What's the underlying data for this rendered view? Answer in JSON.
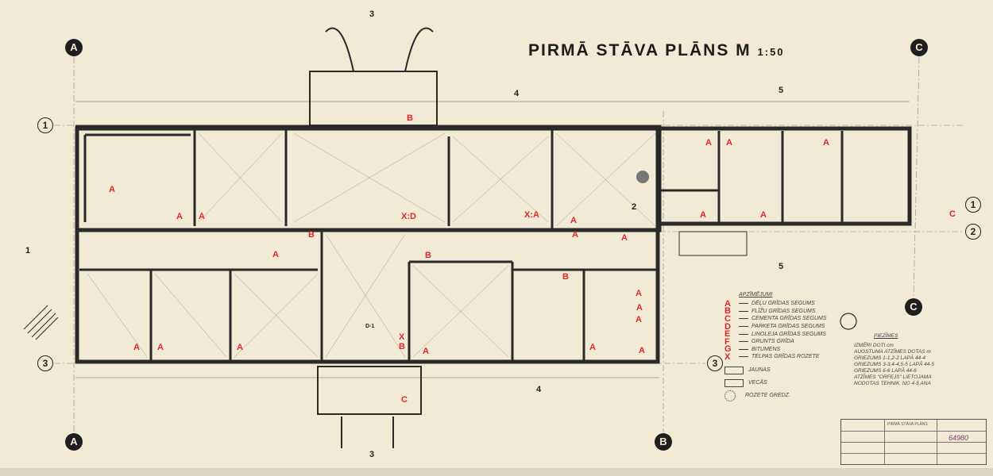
{
  "drawing": {
    "title": "PIRMĀ STĀVA PLĀNS M",
    "scale": "1:50",
    "grid_axes": {
      "letters": [
        "A",
        "B",
        "C"
      ],
      "numbers": [
        "1",
        "2",
        "3"
      ]
    },
    "section_marks": [
      "3",
      "4",
      "5",
      "1",
      "2"
    ],
    "room_labels": [
      "A",
      "A",
      "A",
      "B",
      "X:D",
      "X:A",
      "A",
      "A",
      "A",
      "A",
      "A",
      "A",
      "A",
      "A",
      "C",
      "B",
      "B",
      "A",
      "A",
      "A",
      "B",
      "A",
      "A",
      "A",
      "A",
      "A",
      "A",
      "X",
      "B",
      "A",
      "C",
      "D-1"
    ],
    "legend": {
      "heading": "APZĪMĒJUMI",
      "items": [
        {
          "key": "A",
          "text": "DĒĻU GRĪDAS SEGUMS"
        },
        {
          "key": "B",
          "text": "FLĪŽU GRĪDAS SEGUMS"
        },
        {
          "key": "C",
          "text": "CEMENTA GRĪDAS SEGUMS"
        },
        {
          "key": "D",
          "text": "PARKETA GRĪDAS SEGUMS"
        },
        {
          "key": "E",
          "text": "LINOLEJA GRĪDAS SEGUMS"
        },
        {
          "key": "F",
          "text": "GRUNTS GRĪDA"
        },
        {
          "key": "G",
          "text": "BITUMENS"
        },
        {
          "key": "X",
          "text": "TELPAS GRĪDAS ROZETE"
        }
      ],
      "symbols": [
        "JAUNAS",
        "VECĀS",
        "ROZETE GREDZ."
      ]
    },
    "notes": {
      "heading": "PIEZĪMES",
      "lines": [
        "IZMĒRI DOTI cm",
        "AUGSTUMA ATZĪMES DOTAS m",
        "GRIEZUMS 1-1,2-2 LAPĀ 44-4",
        "GRIEZUMS 3-3,4-4,5-5 LAPĀ 44-5",
        "GRIEZUMS 6-6 LAPĀ 44-6",
        "ATZĪMES \"ORFEJS\" LIETOJAMA",
        "NODOTAS TEHNIK. NO 4-5 ANA"
      ]
    },
    "title_block": {
      "number": "64980",
      "text": "PIRMĀ STĀVA PLĀNS"
    },
    "colors": {
      "paper": "#f1ebd6",
      "ink": "#1c1c1c",
      "accent": "#e0272a"
    }
  }
}
